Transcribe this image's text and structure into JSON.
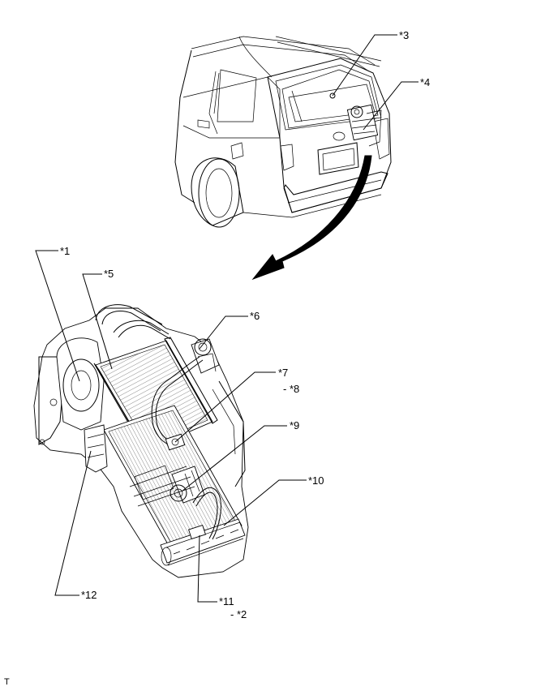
{
  "callouts": {
    "c1": "*1",
    "c2": "- *2",
    "c3": "*3",
    "c4": "*4",
    "c5": "*5",
    "c6": "*6",
    "c7": "*7",
    "c8": "- *8",
    "c9": "*9",
    "c10": "*10",
    "c11": "*11",
    "c12": "*12"
  },
  "corner_mark": "T",
  "icons": {
    "vehicle": "suv-rear-view-illustration",
    "unit": "rear-air-conditioning-unit-illustration",
    "arrow": "curved-arrow-icon"
  }
}
